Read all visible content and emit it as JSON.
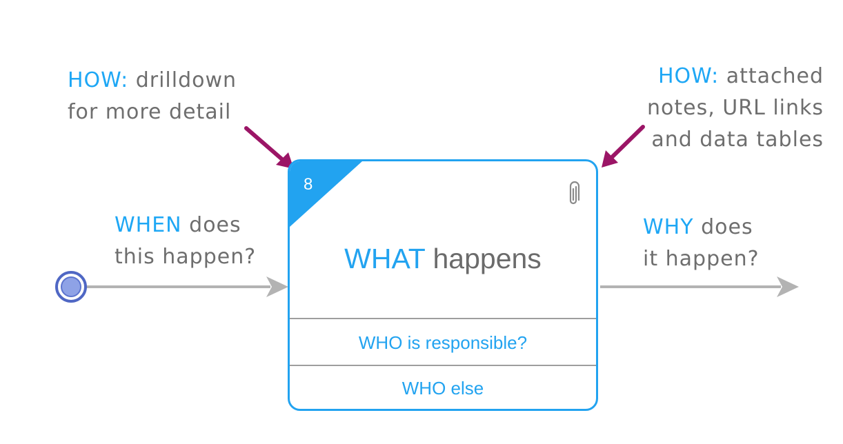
{
  "annotations": {
    "how_left": {
      "keyword": "HOW:",
      "line1_rest": " drilldown",
      "line2": "for more detail"
    },
    "how_right": {
      "keyword": "HOW:",
      "line1_rest": " attached",
      "line2": "notes, URL links",
      "line3": "and data tables"
    },
    "when": {
      "keyword": "WHEN",
      "line1_rest": " does",
      "line2": "this happen?"
    },
    "why": {
      "keyword": "WHY",
      "line1_rest": " does",
      "line2": "it happen?"
    }
  },
  "activity": {
    "number": "8",
    "title_keyword": "WHAT",
    "title_rest": " happens",
    "attachment_icon": "paperclip-icon",
    "responsible": "WHO is responsible?",
    "others": "WHO else"
  },
  "colors": {
    "accent": "#1ea7f5",
    "text_gray": "#6e6e6e",
    "pointer_arrow": "#9b1566",
    "flow_arrow": "#b3b3b3",
    "start_event": "#6f86d6"
  }
}
